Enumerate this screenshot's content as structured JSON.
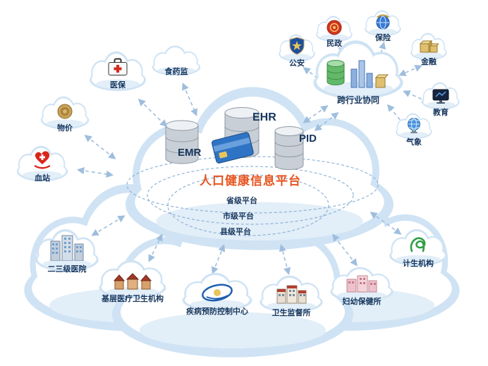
{
  "platform": {
    "title": "人口健康信息平台",
    "databases": {
      "emr": "EMR",
      "ehr": "EHR",
      "pid": "PID"
    },
    "levels": [
      {
        "label": "省级平台"
      },
      {
        "label": "市级平台"
      },
      {
        "label": "县级平台"
      }
    ]
  },
  "cross_industry": {
    "label": "跨行业协同"
  },
  "nodes": {
    "yibao": {
      "label": "医保"
    },
    "shiyaojian": {
      "label": "食药监"
    },
    "wujia": {
      "label": "物价"
    },
    "xuezhan": {
      "label": "血站"
    },
    "gongan": {
      "label": "公安"
    },
    "minzheng": {
      "label": "民政"
    },
    "baoxian": {
      "label": "保险"
    },
    "jinrong": {
      "label": "金融"
    },
    "jiaoyu": {
      "label": "教育"
    },
    "qixiang": {
      "label": "气象"
    },
    "hospital": {
      "label": "二三级医院"
    },
    "primary_care": {
      "label": "基层医疗卫生机构"
    },
    "cdc": {
      "label": "疾病预防控制中心"
    },
    "supervision": {
      "label": "卫生监督所"
    },
    "mch": {
      "label": "妇幼保健所"
    },
    "family_planning": {
      "label": "计生机构"
    }
  },
  "colors": {
    "title": "#e8541f",
    "label": "#17365d",
    "arrow": "#9fbedd",
    "cloud_edge": "#cfe3f4"
  }
}
